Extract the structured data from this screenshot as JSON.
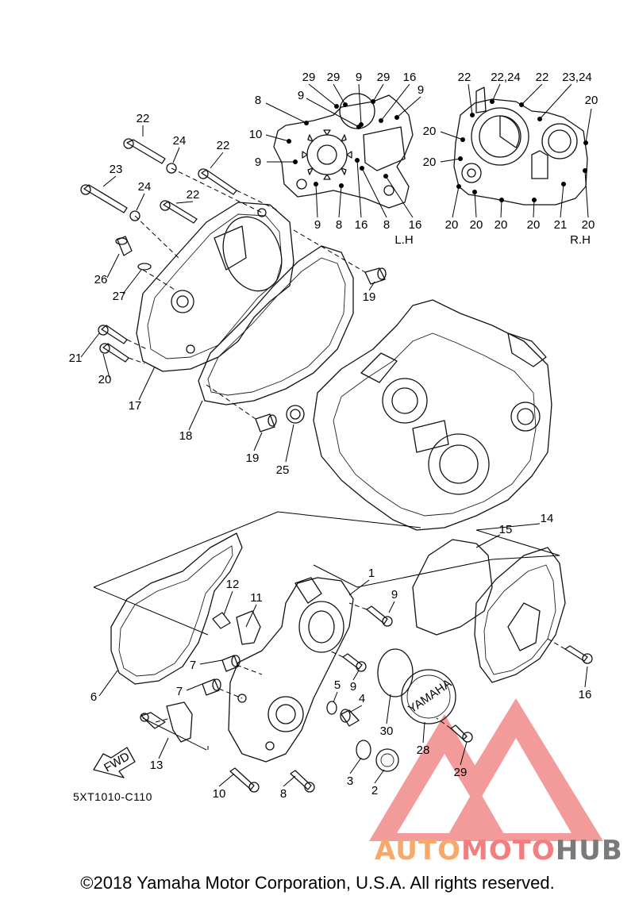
{
  "diagram": {
    "code": "5XT1010-C110",
    "copyright": "©2018 Yamaha Motor Corporation, U.S.A. All rights reserved.",
    "views": {
      "left_hand": "L.H",
      "right_hand": "R.H"
    },
    "fwd_label": "FWD",
    "cover_brand": "YAMAHA",
    "watermark": {
      "part1": "AUTO",
      "part2": "MOTO",
      "part3": "HUB",
      "color_a": "#f7a96b",
      "color_b": "#f27f7f",
      "color_c": "#7a7a7a"
    },
    "callouts": {
      "lh": [
        "29",
        "29",
        "9",
        "29",
        "16",
        "9",
        "8",
        "9",
        "10",
        "9",
        "9",
        "8",
        "16",
        "8",
        "16"
      ],
      "rh": [
        "22",
        "22,24",
        "22",
        "23,24",
        "20",
        "20",
        "20",
        "20",
        "20",
        "20",
        "20",
        "21",
        "20"
      ],
      "upper": [
        "22",
        "24",
        "22",
        "23",
        "24",
        "22",
        "26",
        "27",
        "19",
        "21",
        "20",
        "17",
        "18",
        "19",
        "25"
      ],
      "lower": [
        "1",
        "9",
        "12",
        "11",
        "14",
        "15",
        "7",
        "7",
        "6",
        "5",
        "9",
        "4",
        "13",
        "3",
        "30",
        "28",
        "16",
        "29",
        "10",
        "8",
        "2"
      ]
    }
  }
}
